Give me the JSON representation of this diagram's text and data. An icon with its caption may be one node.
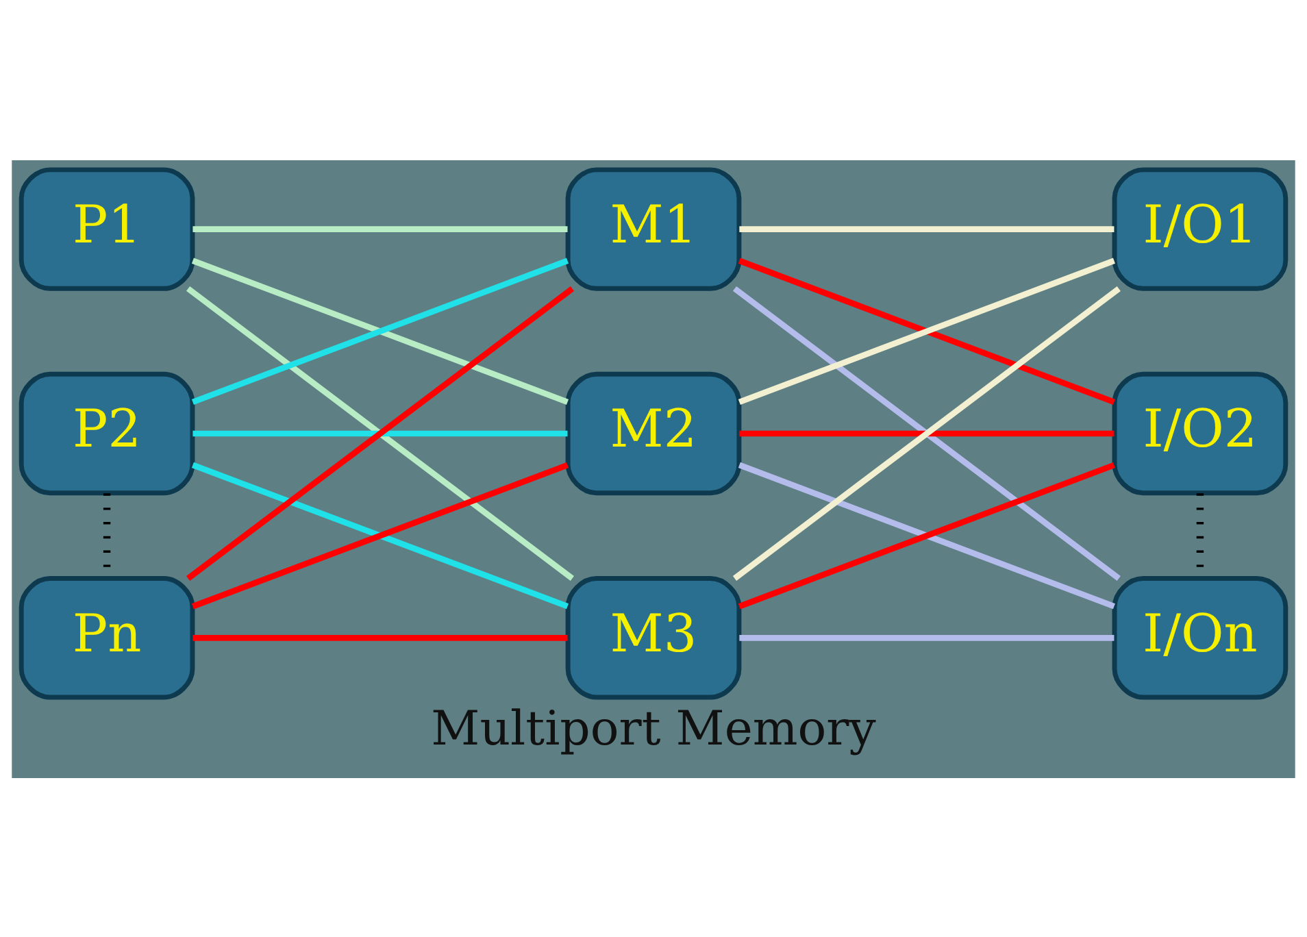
{
  "diagram": {
    "caption": "Multiport Memory",
    "nodes": [
      {
        "text": [
          "M1"
        ]
      },
      {
        "text": [
          "M2"
        ]
      },
      {
        "text": [
          "M3"
        ]
      },
      {
        "text": [
          "P1"
        ]
      },
      {
        "text": [
          "P2"
        ]
      },
      {
        "text": [
          "Pn"
        ]
      },
      {
        "text": [
          "I/O1"
        ]
      },
      {
        "text": [
          "I/O2"
        ]
      },
      {
        "text": [
          "I/On"
        ]
      }
    ],
    "edges": [
      {
        "from": 3,
        "to": 0,
        "arrow": "none",
        "color": "#b8ecc4"
      },
      {
        "from": 3,
        "to": 1,
        "arrow": "none",
        "color": "#b8ecc4"
      },
      {
        "from": 3,
        "to": 2,
        "arrow": "none",
        "color": "#b8ecc4"
      },
      {
        "from": 6,
        "to": 0,
        "arrow": "none",
        "color": "#f2f0d0"
      },
      {
        "from": 6,
        "to": 1,
        "arrow": "none",
        "color": "#f2f0d0"
      },
      {
        "from": 6,
        "to": 2,
        "arrow": "none",
        "color": "#f2f0d0"
      },
      {
        "from": 4,
        "to": 0,
        "arrow": "none",
        "color": "#20e0e8"
      },
      {
        "from": 4,
        "to": 1,
        "arrow": "none",
        "color": "#20e0e8"
      },
      {
        "from": 4,
        "to": 2,
        "arrow": "none",
        "color": "#20e0e8"
      },
      {
        "from": 7,
        "to": 0,
        "arrow": "none"
      },
      {
        "from": 7,
        "to": 1,
        "arrow": "none"
      },
      {
        "from": 7,
        "to": 2,
        "arrow": "none"
      },
      {
        "from": 5,
        "to": 0,
        "arrow": "none"
      },
      {
        "from": 5,
        "to": 1,
        "arrow": "none"
      },
      {
        "from": 5,
        "to": 2,
        "arrow": "none"
      },
      {
        "from": 8,
        "to": 0,
        "arrow": "none",
        "color": "#b4bcec"
      },
      {
        "from": 8,
        "to": 1,
        "arrow": "none",
        "color": "#b4bcec"
      },
      {
        "from": 8,
        "to": 2,
        "arrow": "none",
        "color": "#b4bcec"
      },
      {
        "from": 4,
        "to": 5,
        "arrow": "none",
        "style": "dashed",
        "color": "#000000"
      },
      {
        "from": 7,
        "to": 8,
        "arrow": "none",
        "style": "dashed",
        "color": "#000000"
      }
    ]
  }
}
